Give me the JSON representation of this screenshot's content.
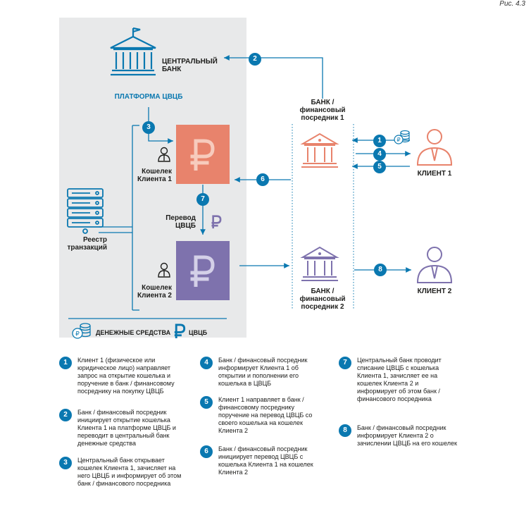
{
  "figure_label": "Рис. 4.3",
  "central_bank": {
    "label": "ЦЕНТРАЛЬНЫЙ БАНК"
  },
  "platform": {
    "label": "ПЛАТФОРМА ЦВЦБ"
  },
  "wallet1": {
    "label": "Кошелек Клиента 1",
    "color": "#e8836c"
  },
  "wallet2": {
    "label": "Кошелек Клиента 2",
    "color": "#7e72ad"
  },
  "transfer": {
    "label": "Перевод ЦВЦБ"
  },
  "registry": {
    "label": "Реестр транзакций"
  },
  "bank1": {
    "label": "БАНК / финансовый посредник 1"
  },
  "bank2": {
    "label": "БАНК / финансовый посредник 2"
  },
  "client1": {
    "label": "КЛИЕНТ 1"
  },
  "client2": {
    "label": "КЛИЕНТ 2"
  },
  "bottom_legend": {
    "money": "ДЕНЕЖНЫЕ СРЕДСТВА",
    "cbdc": "ЦВЦБ"
  },
  "colors": {
    "accent": "#0a78b0",
    "bank1": "#e8836c",
    "client1": "#e8836c",
    "bank2": "#7e72ad",
    "client2": "#7e72ad",
    "platform_bg": "#e8e9ea"
  },
  "steps": [
    {
      "n": "1",
      "text": "Клиент 1 (физическое или юридическое лицо) направляет запрос на открытие кошелька и поручение в банк / финансовому посреднику на покупку ЦВЦБ"
    },
    {
      "n": "2",
      "text": "Банк / финансовый посредник инициирует открытие кошелька Клиента 1 на платформе ЦВЦБ и переводит в центральный банк денежные средства"
    },
    {
      "n": "3",
      "text": "Центральный банк открывает кошелек Клиента 1, зачисляет на него ЦВЦБ и информирует об этом банк / финансового посредника"
    },
    {
      "n": "4",
      "text": "Банк / финансовый посредник информирует Клиента 1 об открытии и пополнении его кошелька в ЦВЦБ"
    },
    {
      "n": "5",
      "text": "Клиент 1 направляет в банк / финансовому посреднику поручение на перевод ЦВЦБ со своего кошелька на кошелек Клиента 2"
    },
    {
      "n": "6",
      "text": "Банк / финансовый посредник инициирует перевод ЦВЦБ с кошелька Клиента 1 на кошелек Клиента 2"
    },
    {
      "n": "7",
      "text": "Центральный банк проводит списание ЦВЦБ с кошелька Клиента 1, зачисляет ее на кошелек Клиента 2 и информирует об этом банк / финансового посредника"
    },
    {
      "n": "8",
      "text": "Банк / финансовый посредник информирует Клиента 2 о зачислении ЦВЦБ на его кошелек"
    }
  ]
}
